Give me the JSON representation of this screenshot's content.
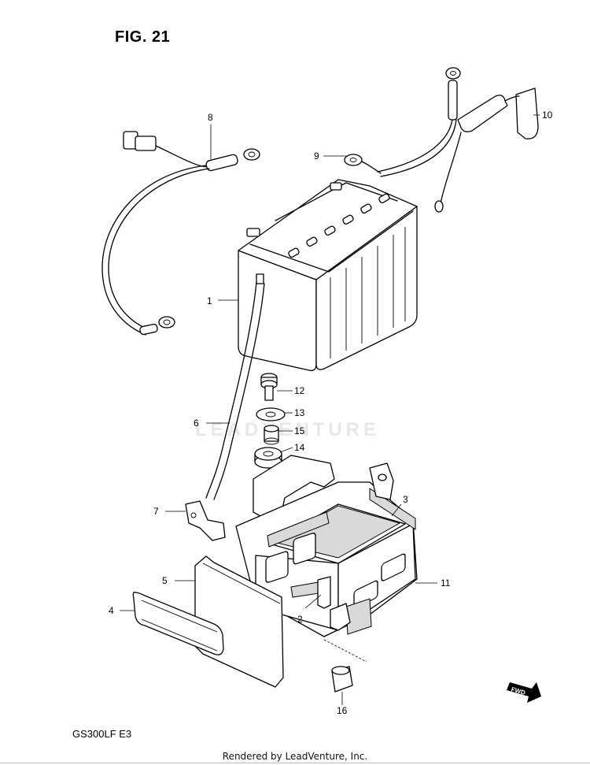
{
  "figure": {
    "title": "FIG. 21",
    "model_code": "GS300LF  E3"
  },
  "footer": {
    "credit": "Rendered by LeadVenture, Inc."
  },
  "watermark": {
    "text": "LEADVENTURE"
  },
  "fwd_badge": {
    "text": "FWD"
  },
  "callouts": {
    "c1": "1",
    "c2": "2",
    "c3": "3",
    "c4": "4",
    "c5": "5",
    "c6": "6",
    "c7": "7",
    "c8": "8",
    "c9": "9",
    "c10": "10",
    "c11": "11",
    "c12": "12",
    "c13": "13",
    "c14": "14",
    "c15": "15",
    "c16": "16"
  }
}
